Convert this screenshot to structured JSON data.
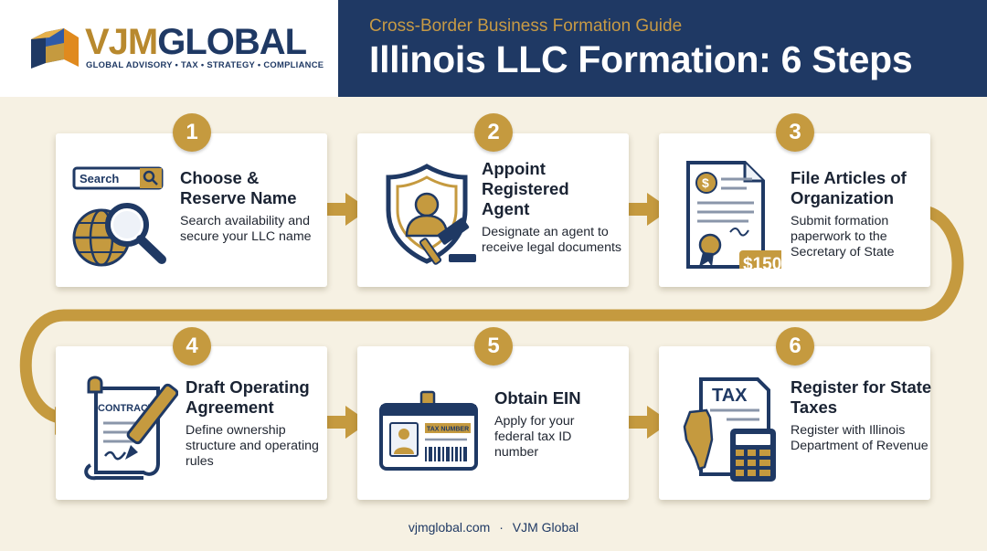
{
  "brand": {
    "name_part1": "VJM",
    "name_part2": "GLOBAL",
    "tagline": "GLOBAL ADVISORY • TAX • STRATEGY • COMPLIANCE"
  },
  "header": {
    "subtitle": "Cross-Border Business Formation Guide",
    "title": "Illinois LLC Formation: 6 Steps"
  },
  "colors": {
    "navy": "#1f3964",
    "gold": "#c59a3f",
    "background": "#f6f1e3"
  },
  "steps": [
    {
      "number": "1",
      "title": "Choose & Reserve Name",
      "description": "Search availability and secure your LLC name",
      "icon": "name-search-icon",
      "icon_text": "Search"
    },
    {
      "number": "2",
      "title": "Appoint Registered Agent",
      "description": "Designate an agent to receive legal documents",
      "icon": "shield-agent-gavel-icon"
    },
    {
      "number": "3",
      "title": "File Articles of Organization",
      "description": "Submit formation paperwork to the Secretary of State",
      "icon": "articles-document-icon",
      "icon_text": "$150"
    },
    {
      "number": "4",
      "title": "Draft Operating Agreement",
      "description": "Define ownership structure and operating rules",
      "icon": "contract-pen-icon",
      "icon_text": "CONTRACT"
    },
    {
      "number": "5",
      "title": "Obtain EIN",
      "description": "Apply for your federal tax ID number",
      "icon": "id-card-icon",
      "icon_text": "TAX NUMBER"
    },
    {
      "number": "6",
      "title": "Register for State Taxes",
      "description": "Register with Illinois Department of Revenue",
      "icon": "tax-calculator-icon",
      "icon_text": "TAX"
    }
  ],
  "footer": {
    "website": "vjmglobal.com",
    "separator": "·",
    "company": "VJM Global"
  }
}
